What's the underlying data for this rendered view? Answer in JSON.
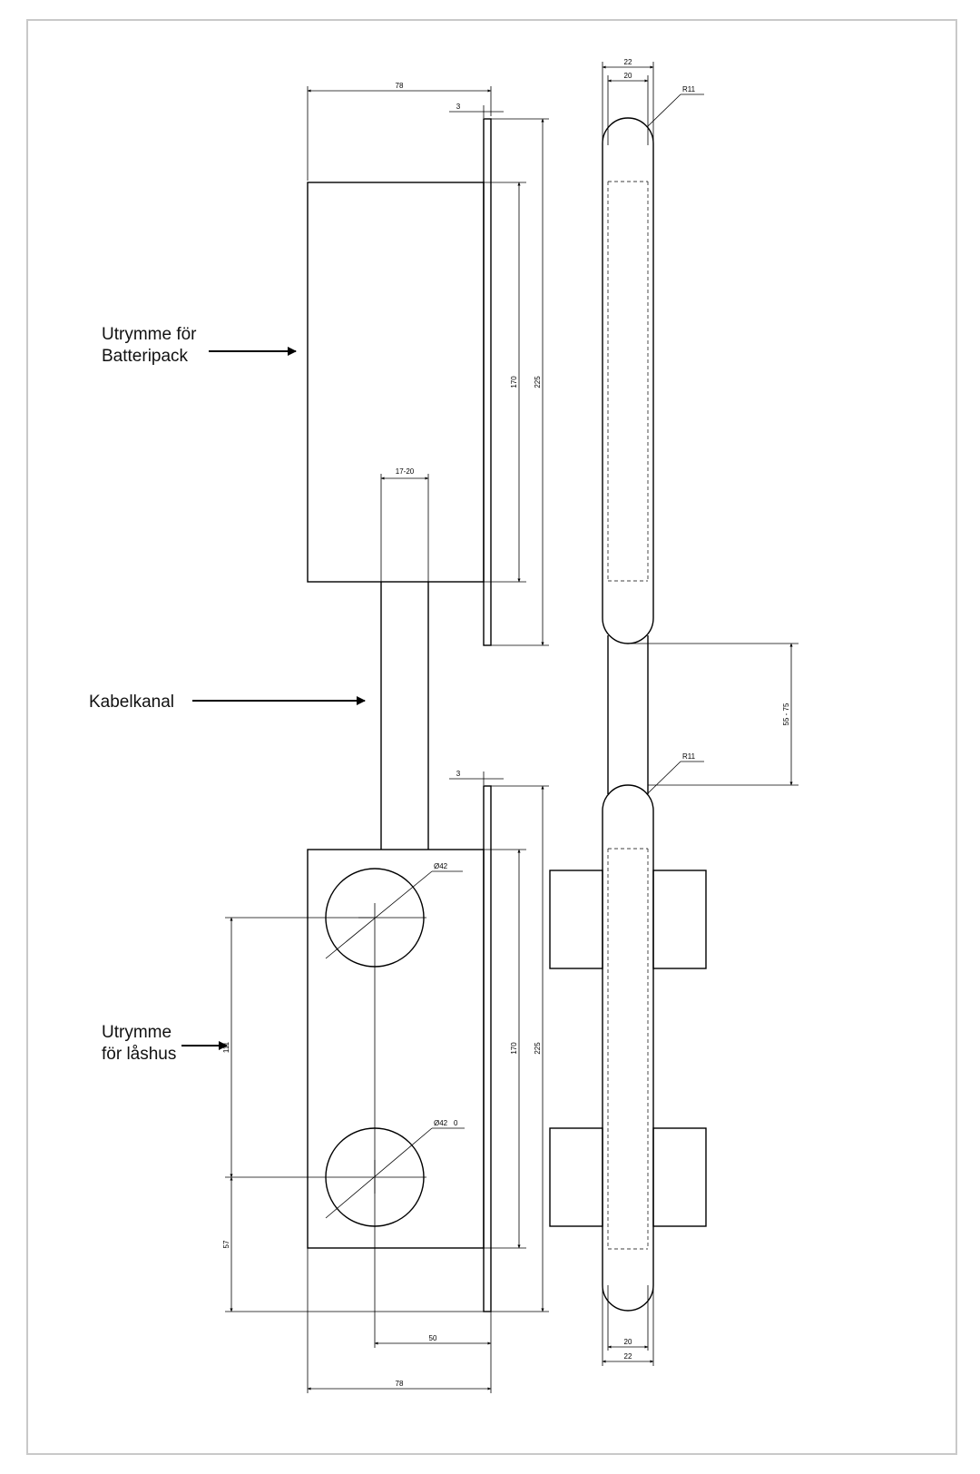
{
  "labels": {
    "battery_line1": "Utrymme för",
    "battery_line2": "Batteripack",
    "cable": "Kabelkanal",
    "lock_line1": "Utrymme",
    "lock_line2": "för låshus"
  },
  "dimensions": {
    "top_width": "78",
    "top_plate": "3",
    "top_inner_height": "170",
    "top_outer_height": "225",
    "channel_width": "17-20",
    "bottom_plate": "3",
    "hole_top": "Ø42",
    "hole_bottom": "Ø42",
    "hole_bottom_suffix": "0",
    "hole_spacing": "111",
    "hole_to_bottom": "57",
    "hole_offset": "50",
    "bottom_width": "78",
    "bottom_inner_height": "170",
    "bottom_outer_height": "225",
    "side_outer_top": "22",
    "side_inner_top": "20",
    "radius_top": "R11",
    "gap": "55 - 75",
    "radius_bottom": "R11",
    "side_inner_bottom": "20",
    "side_outer_bottom": "22"
  }
}
